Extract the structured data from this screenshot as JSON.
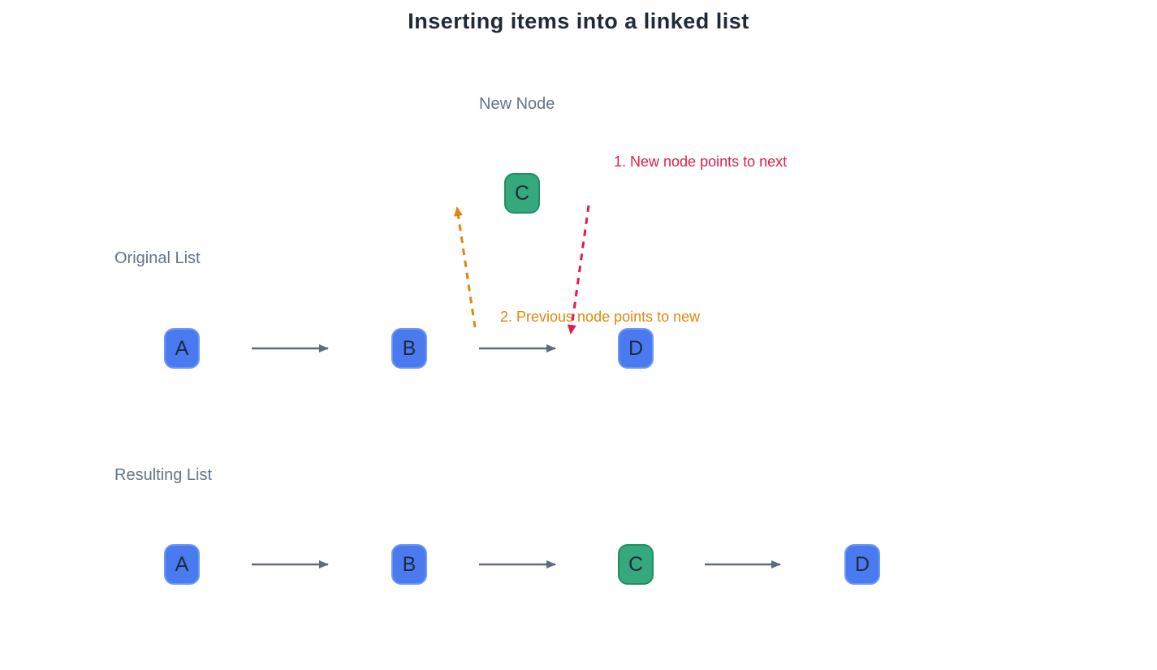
{
  "title": "Inserting items into a linked list",
  "new_node": {
    "label": "New Node",
    "letter": "C"
  },
  "original_list": {
    "label": "Original List",
    "nodes": [
      "A",
      "B",
      "D"
    ]
  },
  "resulting_list": {
    "label": "Resulting List",
    "nodes": [
      "A",
      "B",
      "C",
      "D"
    ]
  },
  "annotations": {
    "step1": {
      "text": "1. New node points to next",
      "color": "#e11d48"
    },
    "step2": {
      "text": "2. Previous node points to new",
      "color": "#e0860d"
    }
  },
  "colors": {
    "title_text": "#1f2937",
    "section_label": "#64748b",
    "node_blue_fill": "#4a7af0",
    "node_blue_border": "#6d97f5",
    "node_green_fill": "#35a97d",
    "node_green_border": "#1f8f63",
    "node_letter": "#1e293b",
    "arrow": "#5c6b80",
    "annotation_red": "#e11d48",
    "annotation_orange": "#e0860d"
  }
}
